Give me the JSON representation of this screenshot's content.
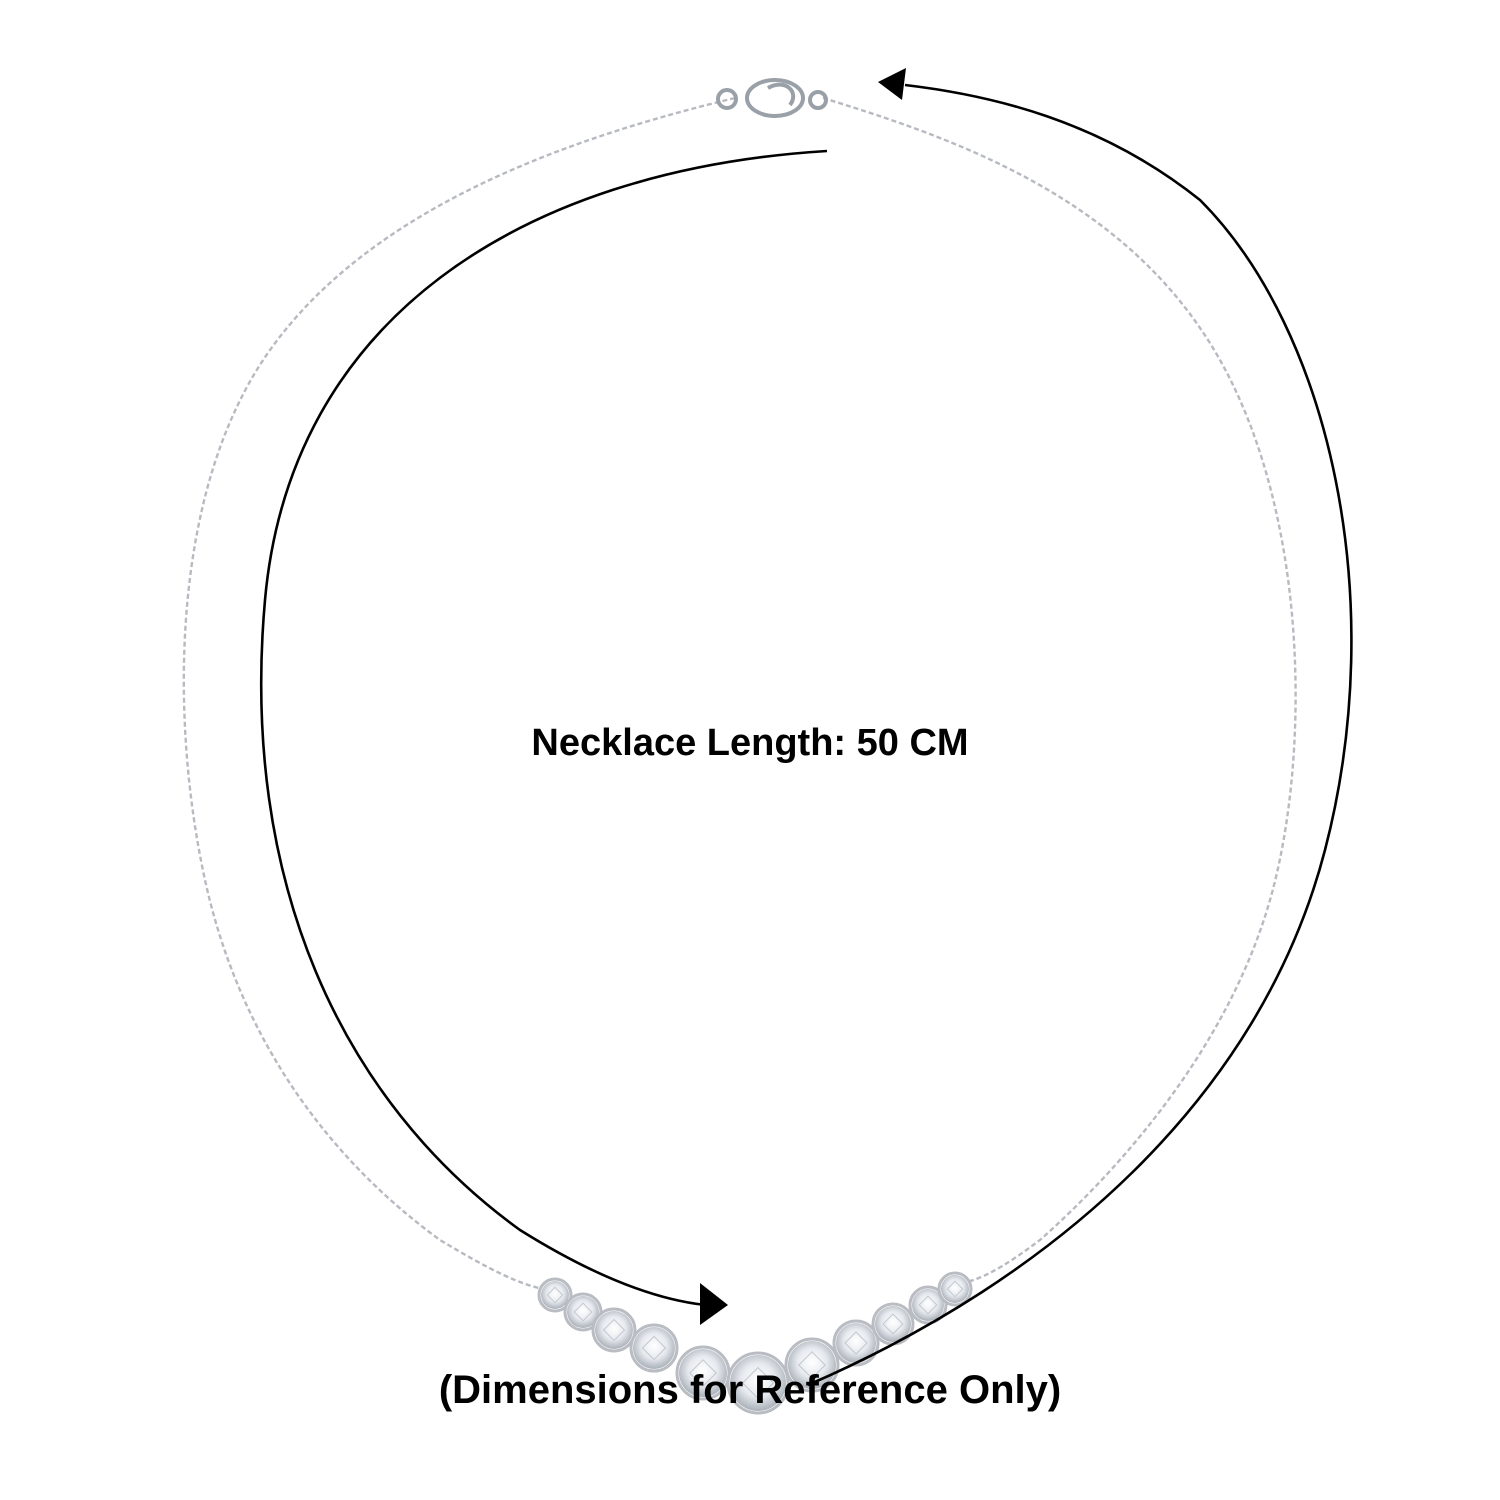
{
  "product": {
    "length_text": "Necklace Length: 50 CM",
    "disclaimer_text": "(Dimensions for Reference Only)"
  },
  "necklace": {
    "stone_count": 11,
    "metal_color": "#b9bcc2",
    "stone_color": "#e8ecf1"
  },
  "icons": [
    "clasp-icon",
    "arrow-left-icon",
    "arrow-right-icon"
  ]
}
